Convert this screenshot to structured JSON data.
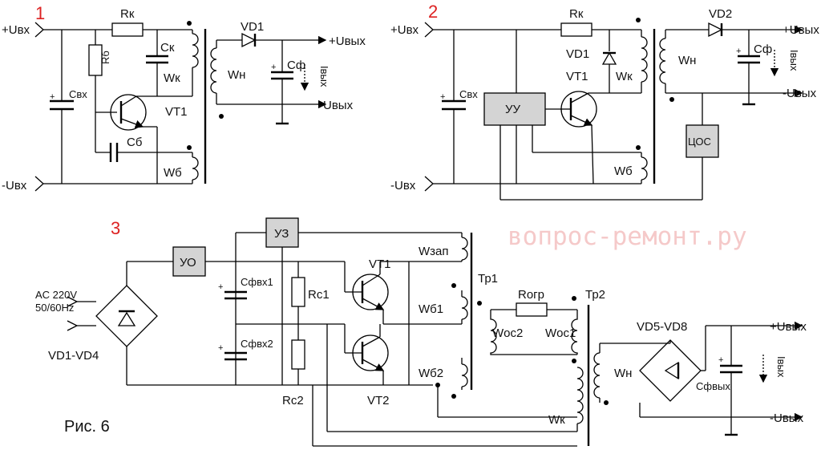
{
  "watermark": "вопрос-ремонт.ру",
  "caption": "Рис. 6",
  "numbers": [
    "1",
    "2",
    "3"
  ],
  "c1": {
    "uin_pos": "+Uвх",
    "uin_neg": "-Uвх",
    "uout_pos": "+Uвых",
    "uout_neg": "-Uвых",
    "i_out": "Iвых",
    "rk": "Rк",
    "rb": "Rб",
    "ck": "Ск",
    "cin": "Свх",
    "cb": "Сб",
    "cf": "Сф",
    "vd1": "VD1",
    "vt1": "VT1",
    "wk": "Wк",
    "wb": "Wб",
    "wn": "Wн"
  },
  "c2": {
    "uin_pos": "+Uвх",
    "uin_neg": "-Uвх",
    "uout_pos": "+Uвых",
    "uout_neg": "-Uвых",
    "i_out": "Iвых",
    "rk": "Rк",
    "vd1": "VD1",
    "vd2": "VD2",
    "vt1": "VT1",
    "wk": "Wк",
    "wb": "Wб",
    "wn": "Wн",
    "cin": "Свх",
    "cf": "Сф",
    "uu": "УУ",
    "tsos": "ЦОС"
  },
  "c3": {
    "ac": "AC 220V",
    "freq": "50/60Hz",
    "bridge_in": "VD1-VD4",
    "uo": "УО",
    "uz": "УЗ",
    "cfin1": "Сфвх1",
    "cfin2": "Сфвх2",
    "rc1": "Rc1",
    "rc2": "Rc2",
    "vt1": "VT1",
    "vt2": "VT2",
    "wzap": "Wзап",
    "wb1": "Wб1",
    "wb2": "Wб2",
    "tp1": "Тр1",
    "tp2": "Тр2",
    "rogr": "Rогр",
    "woc2": "Wос2",
    "woc1": "Wос1",
    "wk": "Wк",
    "wn": "Wн",
    "bridge_out": "VD5-VD8",
    "cfout": "Сфвых",
    "uout_pos": "+Uвых",
    "uout_neg": "-Uвых",
    "i_out": "Iвых"
  }
}
